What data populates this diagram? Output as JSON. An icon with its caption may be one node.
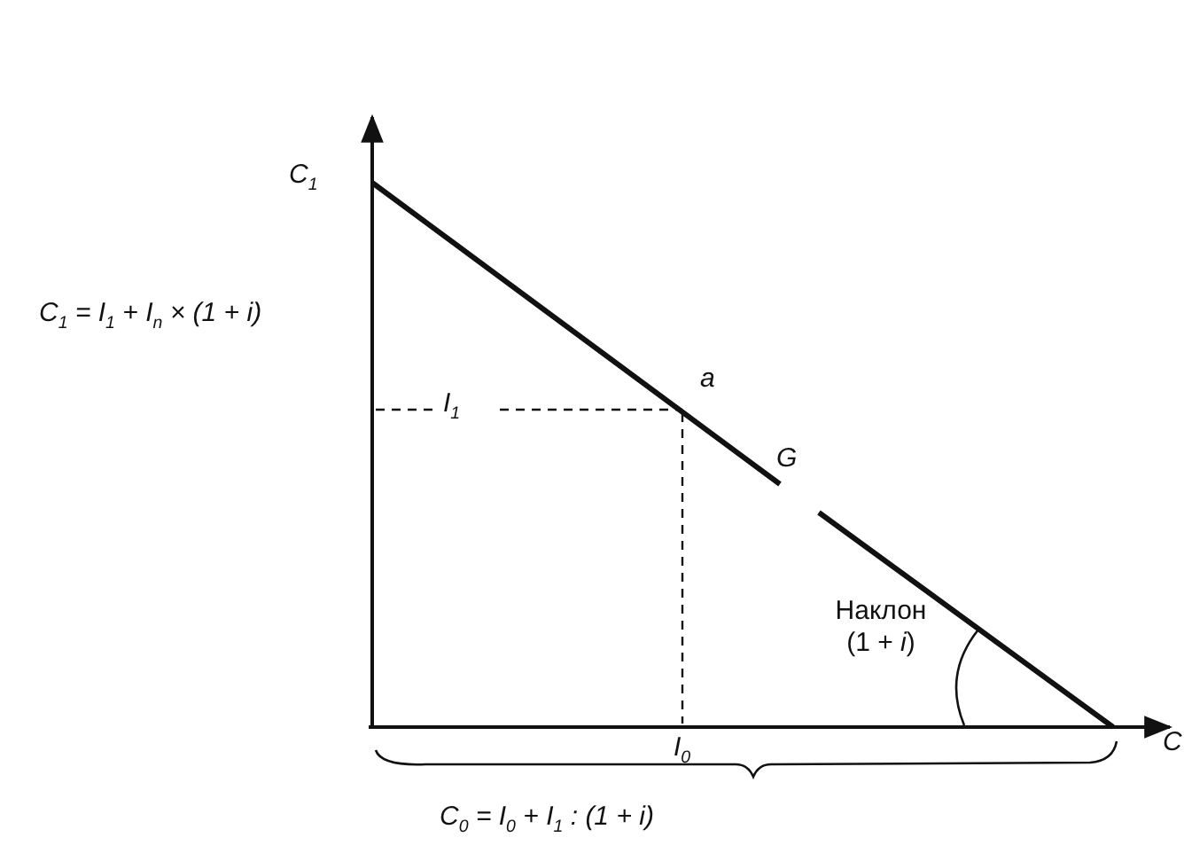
{
  "diagram": {
    "labels": [
      "C$_{1}$",
      "C$_{1}$ = I$_{1}$ + I$_{n}$ × (1 + *i*)",
      "I$_{1}$",
      "a",
      "G",
      "Наклон (1 + *i*)",
      "I$_{0}$",
      "C",
      "C$_{0}$ = I$_{0}$ + I$_{1}$ : (1 + *i*)"
    ]
  }
}
